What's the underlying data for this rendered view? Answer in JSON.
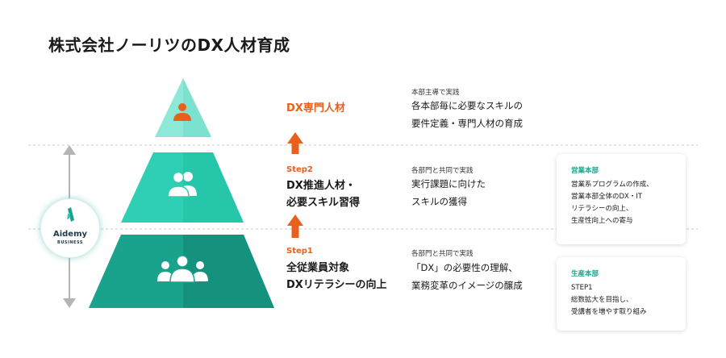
{
  "title": "株式会社ノーリツのDX人材育成",
  "colors": {
    "accent_orange": "#e8601c",
    "tier_top": "#8ee8d8",
    "tier_middle": "#2ecfb4",
    "tier_bottom": "#1aa38c",
    "heading_teal": "#1aa38c"
  },
  "logo": {
    "name": "Aidemy",
    "sub": "BUSINESS"
  },
  "tiers": [
    {
      "title": "DX専門人材",
      "caption": "本部主導で実践",
      "lines": [
        "各本部毎に必要なスキルの",
        "要件定義・専門人材の育成"
      ],
      "icon": "person-icon"
    },
    {
      "step": "Step2",
      "title_lines": [
        "DX推進人材・",
        "必要スキル習得"
      ],
      "caption": "各部門と共同で実践",
      "lines": [
        "実行課題に向けた",
        "スキルの獲得"
      ],
      "icon": "two-people-icon"
    },
    {
      "step": "Step1",
      "title_lines": [
        "全従業員対象",
        "DXリテラシーの向上"
      ],
      "caption": "各部門と共同で実践",
      "lines": [
        "「DX」の必要性の理解、",
        "業務変革のイメージの醸成"
      ],
      "icon": "group-icon"
    }
  ],
  "cards": [
    {
      "heading": "営業本部",
      "lines": [
        "営業系プログラムの作成、",
        "営業本部全体のDX・IT",
        "リテラシーの向上、",
        "生産性向上への寄与"
      ]
    },
    {
      "heading": "生産本部",
      "lines": [
        "STEP1",
        "総数拡大を目指し、",
        "受講者を増やす取り組み"
      ]
    }
  ]
}
